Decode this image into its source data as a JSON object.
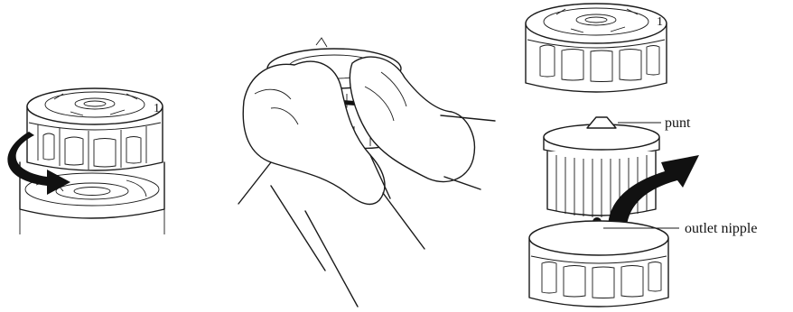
{
  "figure": {
    "panels": [
      {
        "id": "panel-rotate",
        "label": "1"
      },
      {
        "id": "panel-hands"
      },
      {
        "id": "panel-exploded",
        "label": "1"
      }
    ],
    "callouts": {
      "punt": "punt",
      "outlet_nipple": "outlet nipple"
    },
    "colors": {
      "stroke": "#1a1a1a",
      "fill": "#ffffff",
      "arrow": "#111111"
    }
  }
}
